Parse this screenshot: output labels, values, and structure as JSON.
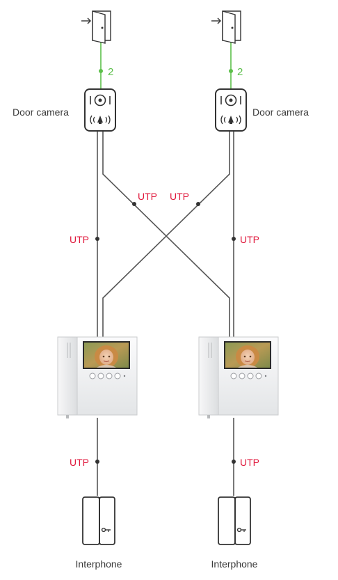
{
  "labels": {
    "door_camera_left": "Door camera",
    "door_camera_right": "Door camera",
    "interphone_left": "Interphone",
    "interphone_right": "Interphone",
    "lock_count_left": "2",
    "lock_count_right": "2",
    "utp_cross_left": "UTP",
    "utp_cross_right": "UTP",
    "utp_mid_left": "UTP",
    "utp_mid_right": "UTP",
    "utp_bottom_left": "UTP",
    "utp_bottom_right": "UTP"
  },
  "colors": {
    "wire": "#555555",
    "lock_wire": "#5cbf4a",
    "utp_text": "#e0183c",
    "device_outline": "#333333",
    "monitor_body": "#f2f3f4",
    "screen_bg": "#c9a15c"
  },
  "icons": {
    "door_lock": "door-lock-icon",
    "door_camera": "door-camera-icon",
    "monitor": "video-monitor",
    "interphone": "interphone-handset",
    "key": "key-icon"
  }
}
